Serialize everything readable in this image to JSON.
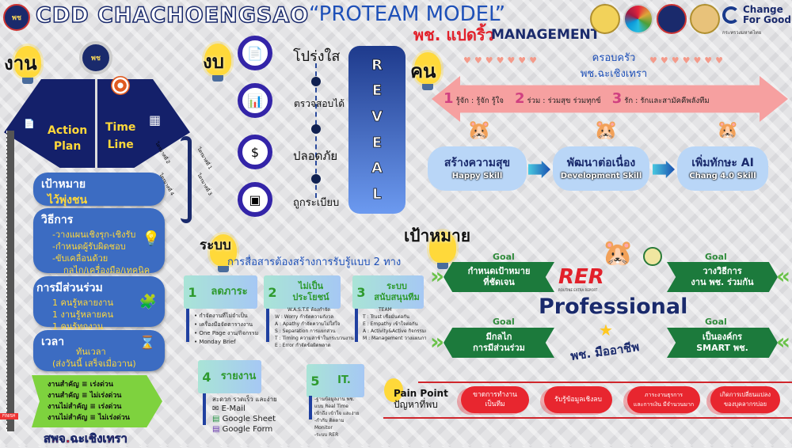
{
  "header": {
    "title": "CDD CHACHOENGSAO",
    "model": "“PROTEAM MODEL”",
    "subtitle_red": "พช. แปดริ้ว",
    "subtitle_navy": "MANAGEMENT",
    "change": "Change",
    "for_good": "For Good",
    "ministry": "กระทรวงมหาดไทย",
    "logo_text": "พช"
  },
  "work": {
    "heading": "งาน",
    "action_plan": [
      "Action",
      "Plan"
    ],
    "time_line": [
      "Time",
      "Line"
    ],
    "roads": [
      "ไตรมาสที่ 1",
      "ไตรมาสที่ 2",
      "ไตรมาสที่ 3",
      "ไตรมาสที่ 4"
    ],
    "goal": {
      "title": "เป้าหมาย",
      "value": "ไว้พุ่งชน"
    },
    "method": {
      "title": "วิธีการ",
      "items": [
        "-วางแผนเชิงรุก-เชิงรับ",
        "-กำหนดผู้รับผิดชอบ",
        "-ขับเคลื่อนด้วย",
        "กลไก/เครื่องมือ/เทคนิค"
      ]
    },
    "participation": {
      "title": "การมีส่วนร่วม",
      "items": [
        "1 คนรู้หลายงาน",
        "1 งานรู้หลายคน",
        "1 คนรู้ทุกงาน"
      ]
    },
    "time": {
      "title": "เวลา",
      "items": [
        "ทันเวลา",
        "(ส่งวันนี้ เสร็จเมื่อวาน)"
      ]
    },
    "priority": [
      "งานสำคัญ ≡ เร่งด่วน",
      "งานสำคัญ ≡ ไม่เร่งด่วน",
      "งานไม่สำคัญ ≡ เร่งด่วน",
      "งานไม่สำคัญ ≡ ไม่เร่งด่วน"
    ],
    "finish": "FINISH",
    "footer": "สพจ.ฉะเชิงเทรา"
  },
  "budget": {
    "heading": "งบ",
    "items": [
      "โปร่งใส",
      "ตรวจสอบได้",
      "ปลอดภัย",
      "ถูกระเบียบ"
    ],
    "reveal": [
      "R",
      "E",
      "V",
      "E",
      "A",
      "L"
    ]
  },
  "people": {
    "heading": "คน",
    "family": [
      "ครอบครัว",
      "พช.ฉะเชิงเทรา"
    ],
    "values": [
      {
        "n": "1",
        "t": "รู้จัก : รู้จัก รู้ใจ"
      },
      {
        "n": "2",
        "t": "ร่วม : ร่วมสุข ร่วมทุกข์"
      },
      {
        "n": "3",
        "t": "รัก : รักและสามัคคีพลังทีม"
      }
    ],
    "skills": [
      {
        "th": "สร้างความสุข",
        "en": "Happy Skill"
      },
      {
        "th": "พัฒนาต่อเนื่อง",
        "en": "Development Skill"
      },
      {
        "th": "เพิ่มทักษะ AI",
        "en": "Chang 4.0 Skill"
      }
    ]
  },
  "target": {
    "heading": "เป้าหมาย",
    "goal_label": "Goal",
    "banners": [
      [
        "กำหนดเป้าหมาย",
        "ที่ชัดเจน"
      ],
      [
        "วางวิธีการ",
        "งาน พช. ร่วมกัน"
      ],
      [
        "มีกลไก",
        "การมีส่วนร่วม"
      ],
      [
        "เป็นองค์กร",
        "SMART พช."
      ]
    ],
    "rer": "RER",
    "rer_sub": "ROUTINE EXTRA REPORT",
    "professional": "Professional",
    "pro_th": "พช. มืออาชีพ"
  },
  "system": {
    "heading": "ระบบ",
    "subtitle": "การสื่อสารต้องสร้างการรับรู้แบบ 2 ทาง",
    "cards": [
      {
        "n": "1",
        "title": "ลดภาระ",
        "items": [
          "• กำจัดงานที่ไม่จำเป็น",
          "• เครื่องมือจัดตารางงาน",
          "• One Page งาน/กิจกรรม",
          "• Monday Brief"
        ]
      },
      {
        "n": "2",
        "title": "ไม่เป็นประโยชน์",
        "items": [
          "W.A.S.T.E ต้องกำจัด",
          "W : Worry กำจัดความกังวล",
          "A : Apathy กำจัดความไม่ใส่ใจ",
          "S : Separation การแยกส่วน",
          "T : Timing ความล่าช้าในกระบวนงาน",
          "E : Error กำจัดข้อผิดพลาด"
        ]
      },
      {
        "n": "3",
        "title": "ระบบ สนับสนุนทีม",
        "items": [
          "TEAM",
          "T : Trust เชื่อมั่นต่อกัน",
          "E : Empathy เข้าใจต่อกัน",
          "A : Activity&Active กิจกรรมและกระตุ้นต่อกัน",
          "M : Management วางแผนการจัดการซึ่งกันและกัน"
        ]
      },
      {
        "n": "4",
        "title": "รายงาน",
        "items": [
          "สะดวก รวดเร็ว และง่าย",
          "E-Mail",
          "Google Sheet",
          "Google Form"
        ]
      },
      {
        "n": "5",
        "title": "IT.",
        "items": [
          "-ฐานข้อมูลงาน พช.",
          "แบบ Real Time",
          "เข้าถึง เข้าใจ และง่าย",
          "-กำกับ ติดตาม",
          "Monitor",
          "-ระบบ RER"
        ]
      }
    ]
  },
  "pain": {
    "title": "Pain Point",
    "subtitle": "ปัญหาที่พบ",
    "items": [
      [
        "ขาดการทำงาน",
        "เป็นทีม"
      ],
      [
        "รับรู้ข้อมูลเชิงลบ"
      ],
      [
        "ภาระงานธุรการ",
        "และการเงิน มีจำนวนมาก"
      ],
      [
        "เกิดการเปลี่ยนแปลง",
        "ของบุคลากรบ่อย"
      ]
    ]
  }
}
